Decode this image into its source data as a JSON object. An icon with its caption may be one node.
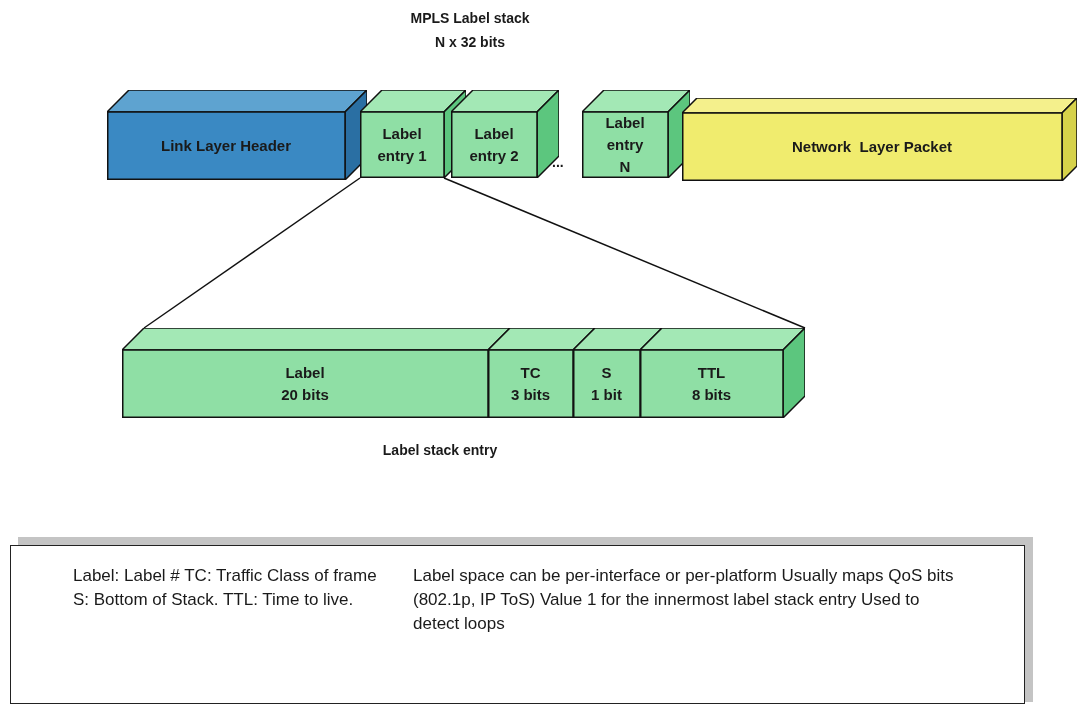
{
  "diagram": {
    "title": "MPLS Label stack",
    "nodes": [
      {
        "text": [
          "Link Layer Header"
        ]
      },
      {
        "text": [
          "Label entry 1"
        ]
      },
      {
        "text": [
          "Label entry 2"
        ]
      },
      {
        "text": [
          "Label entry N"
        ]
      },
      {
        "text": [
          "Network  Layer Packet"
        ]
      },
      {
        "text": [
          "Label",
          "20 bits"
        ]
      },
      {
        "text": [
          "TC",
          "3 bits"
        ]
      },
      {
        "text": [
          "S",
          "1 bit"
        ]
      },
      {
        "text": [
          "TTL",
          "8 bits"
        ]
      },
      {
        "text": [
          "Label: Label # TC: Traffic Class of frame S: Bottom of Stack. TTL: Time to live.",
          "Label space can be per-interface or per-platform Usually maps QoS bits (802.1p, IP ToS) Value 1 for the innermost label stack entry Used to detect loops"
        ]
      }
    ],
    "edges": [
      {
        "from": 1,
        "to": 5,
        "arrow": "none"
      },
      {
        "from": 1,
        "to": 8,
        "arrow": "none"
      }
    ],
    "labels": [
      "N x 32 bits",
      "...",
      "Label stack entry"
    ]
  }
}
